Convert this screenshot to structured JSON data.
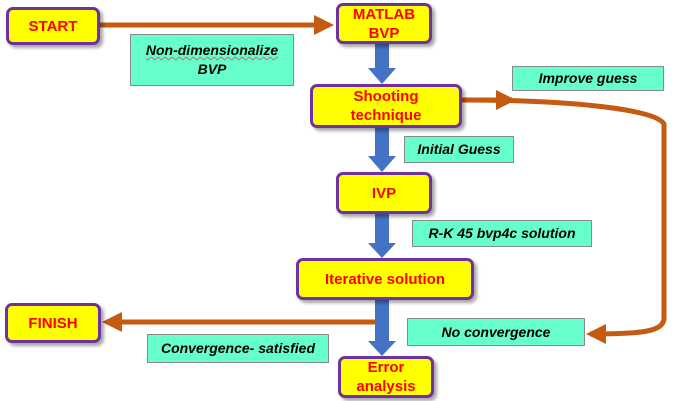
{
  "colors": {
    "process_fill": "#ffff00",
    "process_border": "#7030a0",
    "process_text": "#ff0000",
    "note_fill": "#66ffcc",
    "flow_arrow": "#4472c4",
    "loop_arrow": "#c55a11"
  },
  "nodes": {
    "start": "START",
    "matlab": "MATLAB\nBVP",
    "shooting": "Shooting\ntechnique",
    "ivp": "IVP",
    "iterative": "Iterative solution",
    "error": "Error\nanalysis",
    "finish": "FINISH"
  },
  "notes": {
    "nondim_line1": "Non-dimensionalize",
    "nondim_line2": "BVP",
    "improve": "Improve guess",
    "initial": "Initial Guess",
    "rk": "R-K 45 bvp4c solution",
    "no_convergence": "No convergence",
    "convergence": "Convergence- satisfied"
  }
}
